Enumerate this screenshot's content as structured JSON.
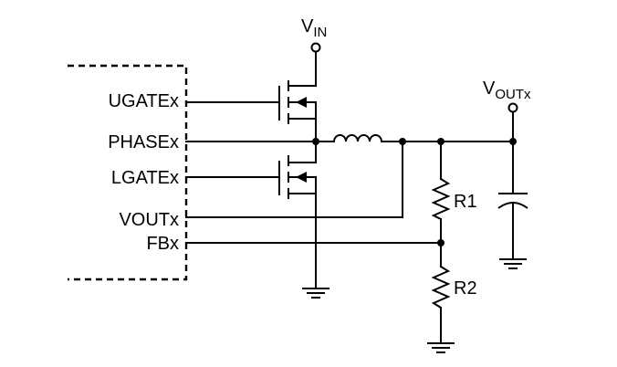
{
  "labels": {
    "vin_main": "V",
    "vin_sub": "IN",
    "vout_main": "V",
    "vout_sub": "OUTx",
    "ugate": "UGATEx",
    "phase": "PHASEx",
    "lgate": "LGATEx",
    "voutx": "VOUTx",
    "fb": "FBx",
    "r1": "R1",
    "r2": "R2"
  }
}
